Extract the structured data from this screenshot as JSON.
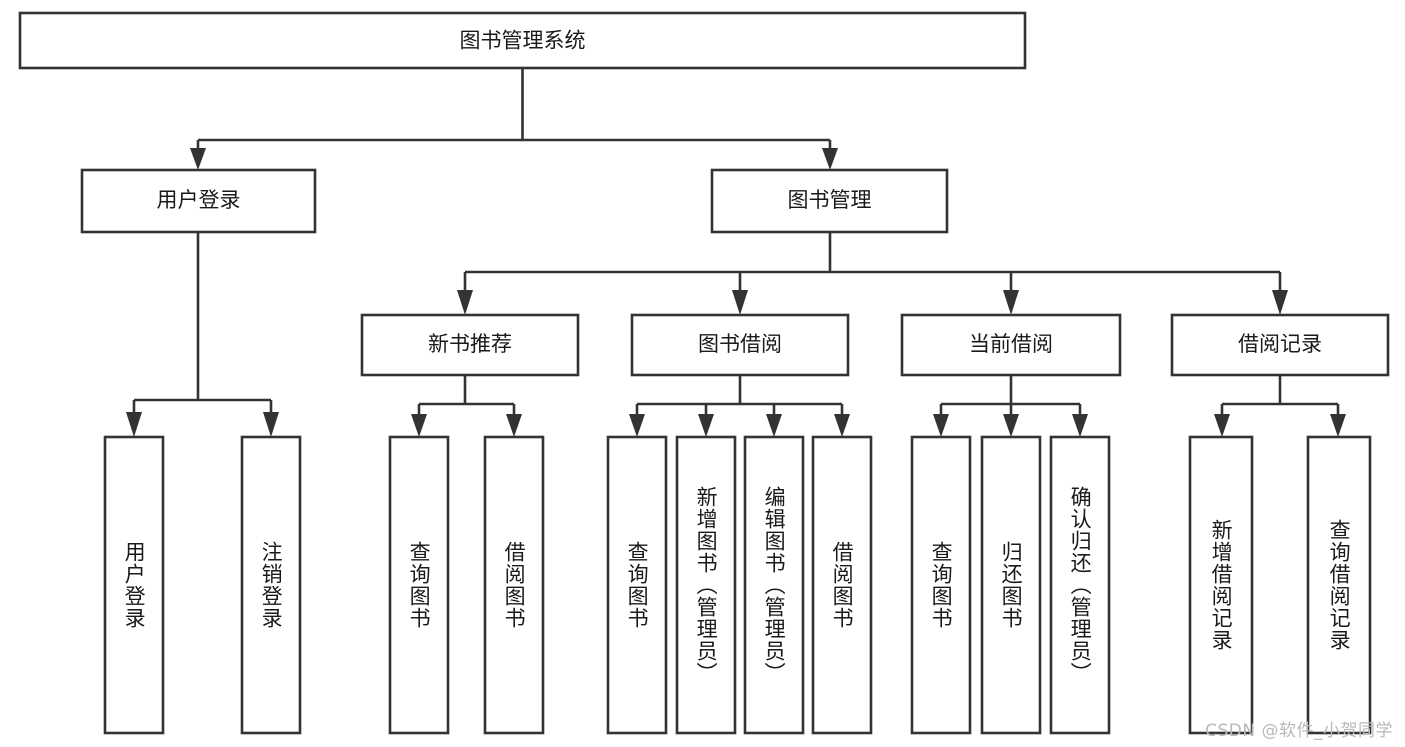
{
  "diagram": {
    "type": "tree-hierarchy",
    "title": "图书管理系统",
    "orientation": "top-down",
    "colors": {
      "box_fill": "#ffffff",
      "box_stroke": "#333333",
      "text": "#1a1a1a",
      "background": "#ffffff",
      "watermark": "#b9b9b9"
    },
    "root": {
      "id": "root",
      "label": "图书管理系统"
    },
    "level2": [
      {
        "id": "user-login",
        "label": "用户登录"
      },
      {
        "id": "book-manage",
        "label": "图书管理"
      }
    ],
    "level3": [
      {
        "id": "new-book-recommend",
        "label": "新书推荐",
        "parent": "book-manage"
      },
      {
        "id": "book-borrow",
        "label": "图书借阅",
        "parent": "book-manage"
      },
      {
        "id": "current-borrow",
        "label": "当前借阅",
        "parent": "book-manage"
      },
      {
        "id": "borrow-record",
        "label": "借阅记录",
        "parent": "book-manage"
      }
    ],
    "leaves": [
      {
        "id": "leaf-user-login",
        "label": "用户登录",
        "parent": "user-login"
      },
      {
        "id": "leaf-logout-login",
        "label": "注销登录",
        "parent": "user-login"
      },
      {
        "id": "leaf-query-book-1",
        "label": "查询图书",
        "parent": "new-book-recommend"
      },
      {
        "id": "leaf-borrow-book-1",
        "label": "借阅图书",
        "parent": "new-book-recommend"
      },
      {
        "id": "leaf-query-book-2",
        "label": "查询图书",
        "parent": "book-borrow"
      },
      {
        "id": "leaf-add-book",
        "label": "新增图书（管理员）",
        "parent": "book-borrow"
      },
      {
        "id": "leaf-edit-book",
        "label": "编辑图书（管理员）",
        "parent": "book-borrow"
      },
      {
        "id": "leaf-borrow-book-2",
        "label": "借阅图书",
        "parent": "book-borrow"
      },
      {
        "id": "leaf-query-book-3",
        "label": "查询图书",
        "parent": "current-borrow"
      },
      {
        "id": "leaf-return-book",
        "label": "归还图书",
        "parent": "current-borrow"
      },
      {
        "id": "leaf-confirm-return",
        "label": "确认归还（管理员）",
        "parent": "current-borrow"
      },
      {
        "id": "leaf-add-record",
        "label": "新增借阅记录",
        "parent": "borrow-record"
      },
      {
        "id": "leaf-query-record",
        "label": "查询借阅记录",
        "parent": "borrow-record"
      }
    ],
    "watermark": "CSDN @软件_小贺同学"
  }
}
